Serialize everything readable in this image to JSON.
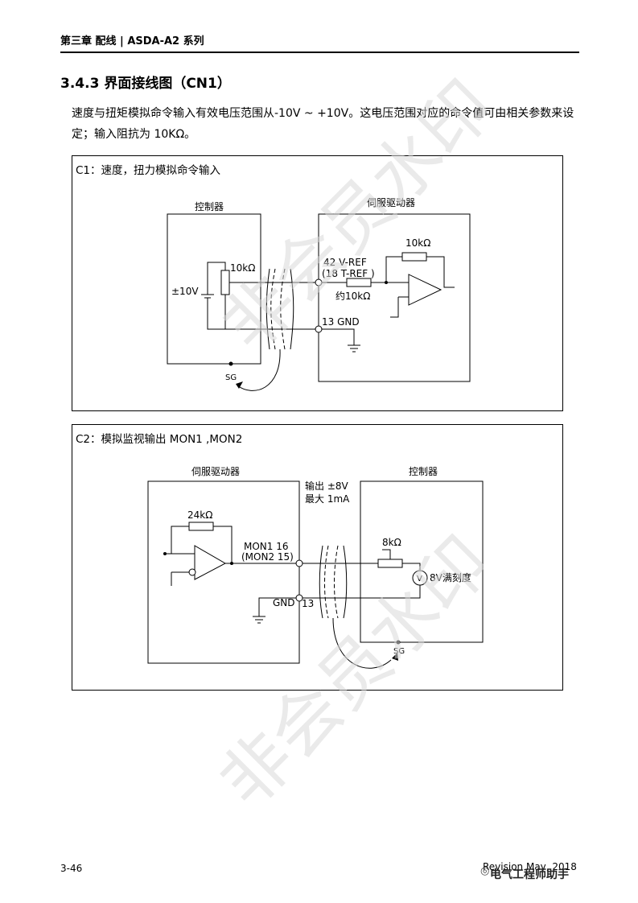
{
  "header": {
    "chapter": "第三章 配线 | ASDA-A2 系列"
  },
  "section": {
    "title": "3.4.3 界面接线图（CN1）"
  },
  "body": {
    "text": "速度与扭矩模拟命令输入有效电压范围从-10V ~ +10V。这电压范围对应的命令值可由相关参数来设定；输入阻抗为 10KΩ。"
  },
  "c1": {
    "title": "C1：速度，扭力模拟命令输入",
    "controller_label": "控制器",
    "servo_label": "伺服驱动器",
    "pot_label": "10kΩ",
    "voltage_label": "±10V",
    "vref_label": "42 V-REF",
    "tref_label": "(18 T-REF )",
    "input_r_label": "约10kΩ",
    "feedback_r_label": "10kΩ",
    "gnd_label": "13 GND",
    "sg_label": "SG"
  },
  "c2": {
    "title": "C2：模拟监视输出 MON1 ,MON2",
    "servo_label": "伺服驱动器",
    "controller_label": "控制器",
    "output_label": "输出 ±8V",
    "max_label": "最大 1mA",
    "feedback_r_label": "24kΩ",
    "mon1_label": "MON1 16",
    "mon2_label": "(MON2 15)",
    "gnd_label": "GND",
    "gnd_pin": "13",
    "pot_label": "8kΩ",
    "meter_symbol": "V",
    "meter_label": "8V满刻度",
    "sg_label": "SG"
  },
  "footer": {
    "page_number": "3-46",
    "revision": "Revision May, 2018",
    "wechat_label": "电气工程师助手"
  },
  "watermark": {
    "text": "非会员水印"
  }
}
